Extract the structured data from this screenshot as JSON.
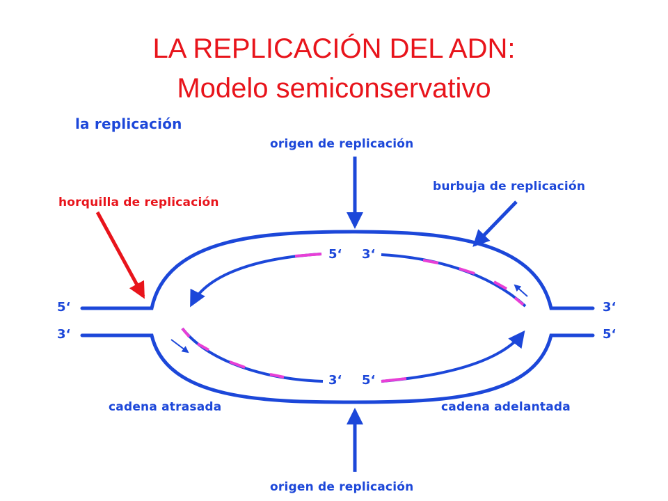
{
  "title": {
    "line1": "LA REPLICACIÓN DEL ADN:",
    "line2": "Modelo semiconservativo"
  },
  "labels": {
    "heading": "la replicación",
    "origin_top": "origen de replicación",
    "origin_bottom": "origen de replicación",
    "fork": "horquilla de replicación",
    "bubble": "burbuja de replicación",
    "lagging": "cadena atrasada",
    "leading": "cadena adelantada"
  },
  "ends": {
    "left_top": "5‘",
    "left_bottom": "3‘",
    "right_top": "3‘",
    "right_bottom": "5‘",
    "inner_top_left": "5‘",
    "inner_top_right": "3‘",
    "inner_bottom_left": "3‘",
    "inner_bottom_right": "5‘"
  },
  "colors": {
    "title": "#e8141b",
    "dna": "#1c47d9",
    "fork_label": "#e8141b",
    "primer": "#e83fd6"
  }
}
